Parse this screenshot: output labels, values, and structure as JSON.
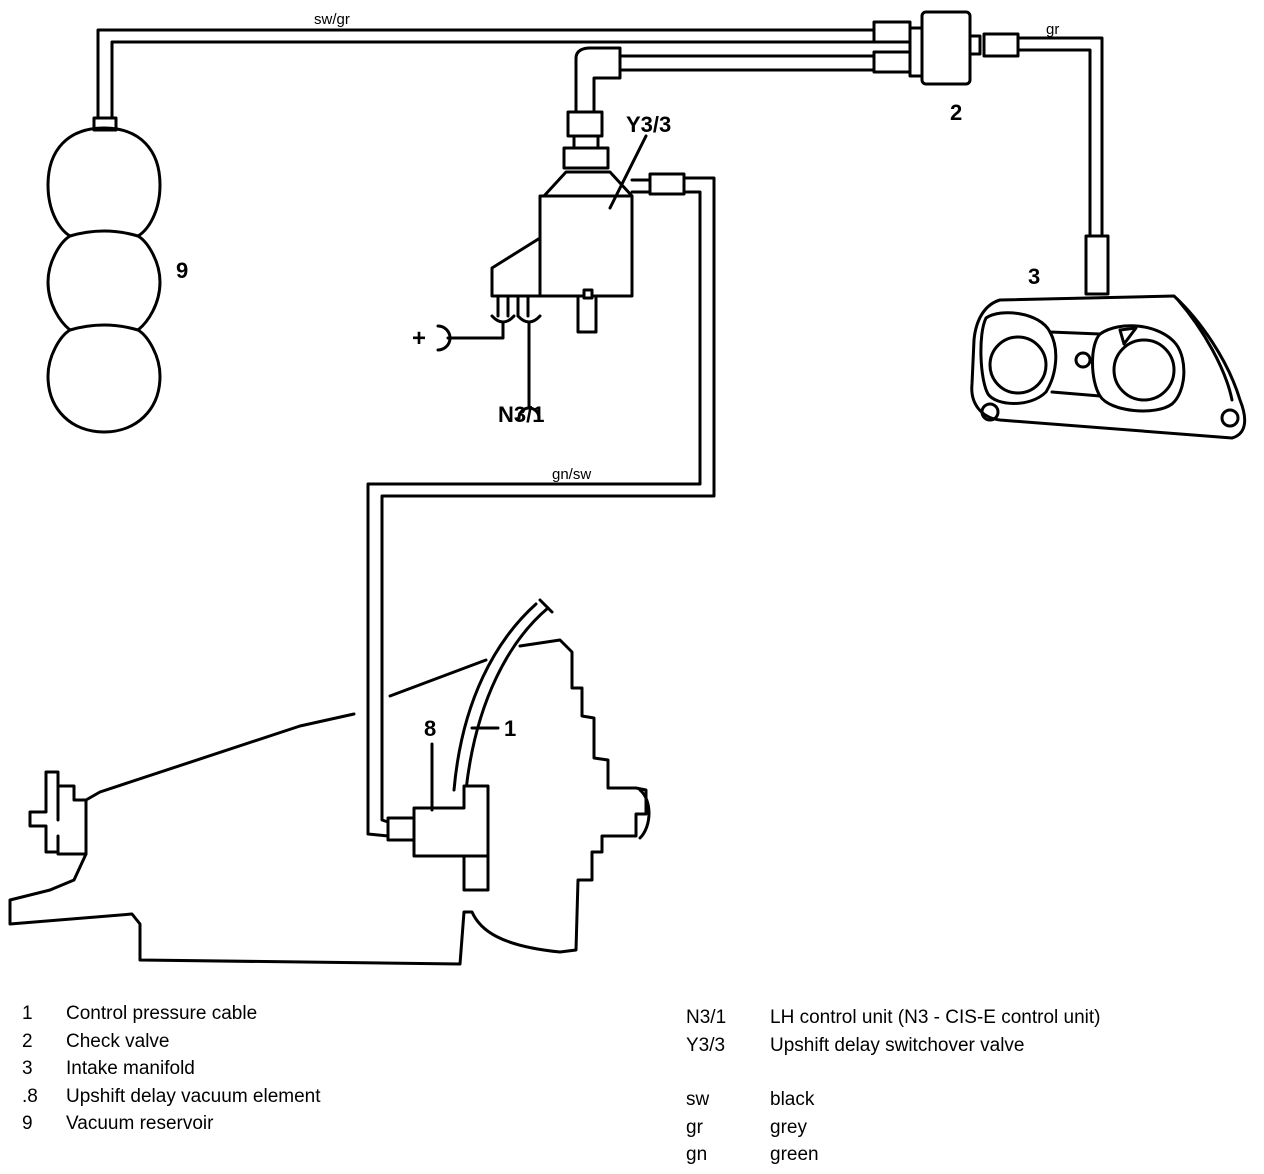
{
  "diagram": {
    "hose_labels": {
      "top": "sw/gr",
      "right": "gr",
      "middle": "gn/sw"
    },
    "callouts": {
      "reservoir": "9",
      "check_valve": "2",
      "intake_manifold": "3",
      "switchover_valve": "Y3/3",
      "control_unit": "N3/1",
      "vacuum_element": "8",
      "control_cable": "1",
      "plus_terminal": "+"
    }
  },
  "legend": {
    "components_left": [
      {
        "code": "1",
        "text": "Control pressure cable"
      },
      {
        "code": "2",
        "text": "Check valve"
      },
      {
        "code": "3",
        "text": "Intake manifold"
      },
      {
        "code": ".8",
        "text": "Upshift delay vacuum element"
      },
      {
        "code": "9",
        "text": "Vacuum reservoir"
      }
    ],
    "components_right": [
      {
        "code": "N3/1",
        "text": "LH control unit (N3 - CIS-E control unit)"
      },
      {
        "code": "Y3/3",
        "text": "Upshift delay switchover valve"
      }
    ],
    "colors": [
      {
        "code": "sw",
        "text": "black"
      },
      {
        "code": "gr",
        "text": "grey"
      },
      {
        "code": "gn",
        "text": "green"
      }
    ]
  }
}
